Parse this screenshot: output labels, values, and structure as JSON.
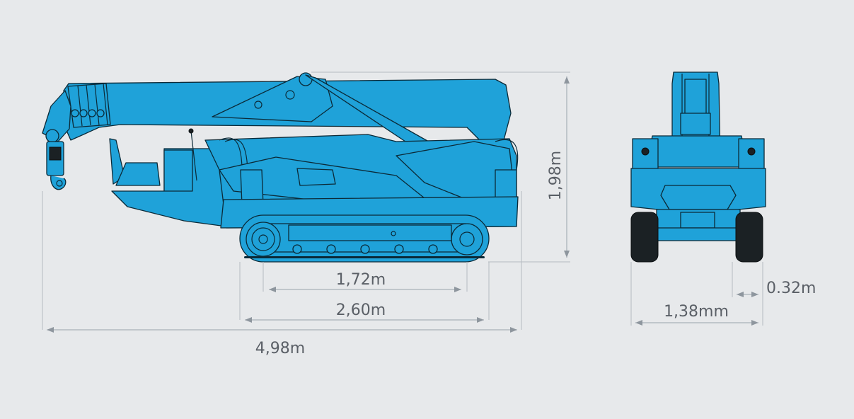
{
  "colors": {
    "background": "#e7e9eb",
    "machine_body": "#1fa2d9",
    "outline": "#0b2a38",
    "dimension_text": "#5a5f66"
  },
  "views": {
    "side": {
      "dimensions": {
        "track_roller_length": "1,72m",
        "track_length": "2,60m",
        "overall_length": "4,98m",
        "height": "1,98m"
      }
    },
    "rear": {
      "dimensions": {
        "overall_width": "1,38mm",
        "track_width": "0.32m"
      }
    }
  }
}
